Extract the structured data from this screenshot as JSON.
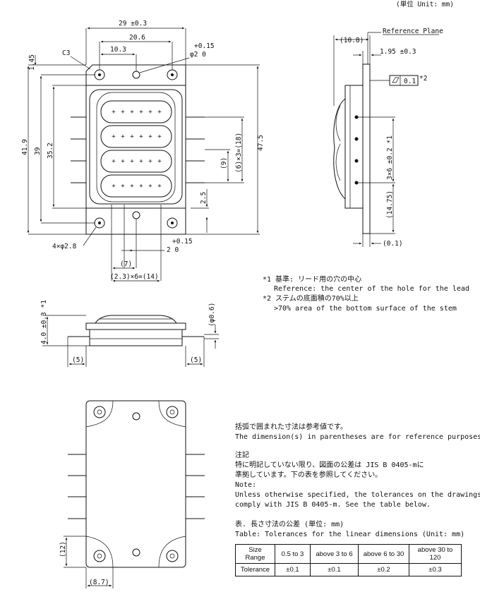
{
  "unit_note": "(単位 Unit: mm)",
  "front_view": {
    "chamfer": "C3",
    "dim_width": "29 ±0.3",
    "dim_hole_span": "20.6",
    "dim_hole_half": "10.3",
    "dim_center_hole": "φ2 0",
    "dim_center_hole_tol": "+0.15",
    "dim_top_offset": "1.45",
    "dim_height_total": "41.9",
    "dim_height_holes": "39",
    "dim_height_body": "35.2",
    "dim_height_47": "47.5",
    "dim_lead_pitch_3": "(6)×3=(18)",
    "dim_lead_9": "(9)",
    "dim_2_5": "2.5",
    "dim_mount_holes": "4×φ2.8",
    "dim_bottom_hole": "2 0",
    "dim_bottom_hole_tol": "+0.15",
    "dim_7": "(7)",
    "dim_pitch_6": "(2.3)×6=(14)"
  },
  "side_view": {
    "reference_plane": "Reference Plane",
    "dim_10_8": "(10.8)",
    "dim_1_95": "1.95 ±0.3",
    "flatness": "0.1",
    "flatness_note": "*2",
    "dim_3x6": "3×6 ±0.2 *1",
    "dim_14_75": "(14.75)",
    "dim_0_1": "(0.1)"
  },
  "notes": {
    "n1_jp": "*1 基準: リード用の穴の中心",
    "n1_en": "Reference: the center of the hole for the lead",
    "n2_jp": "*2 ステムの底面積の70%以上",
    "n2_en": ">70% area of the bottom surface of the stem"
  },
  "bottom_side_view": {
    "dim_4_0": "4.0 ±0.3 *1",
    "dim_0_6": "(φ0.6)",
    "dim_5_left": "(5)",
    "dim_5_right": "(5)"
  },
  "back_view": {
    "dim_12": "(12)",
    "dim_8_7": "(8.7)"
  },
  "reference_text": {
    "paren_jp": "括弧で囲まれた寸法は参考値です。",
    "paren_en": "The dimension(s) in parentheses are for reference purposes",
    "chuki": "注記",
    "jp_line1": "特に明記していない限り、図面の公差は JIS B 0405-mに",
    "jp_line2": "準拠しています。下の表を参照してください。",
    "note_label": "Note:",
    "en_line1": "Unless otherwise specified, the tolerances on the drawings",
    "en_line2": "comply with JIS B 0405-m. See the table below.",
    "table_title_jp": "表. 長さ寸法の公差 (単位: mm)",
    "table_title_en": "Table: Tolerances for the linear dimensions (Unit: mm)"
  },
  "tolerance_table": {
    "headers": [
      "Size Range",
      "0.5 to 3",
      "above 3 to 6",
      "above 6 to 30",
      "above 30 to 120"
    ],
    "row_label": "Tolerance",
    "values": [
      "±0.1",
      "±0.1",
      "±0.2",
      "±0.3"
    ]
  }
}
